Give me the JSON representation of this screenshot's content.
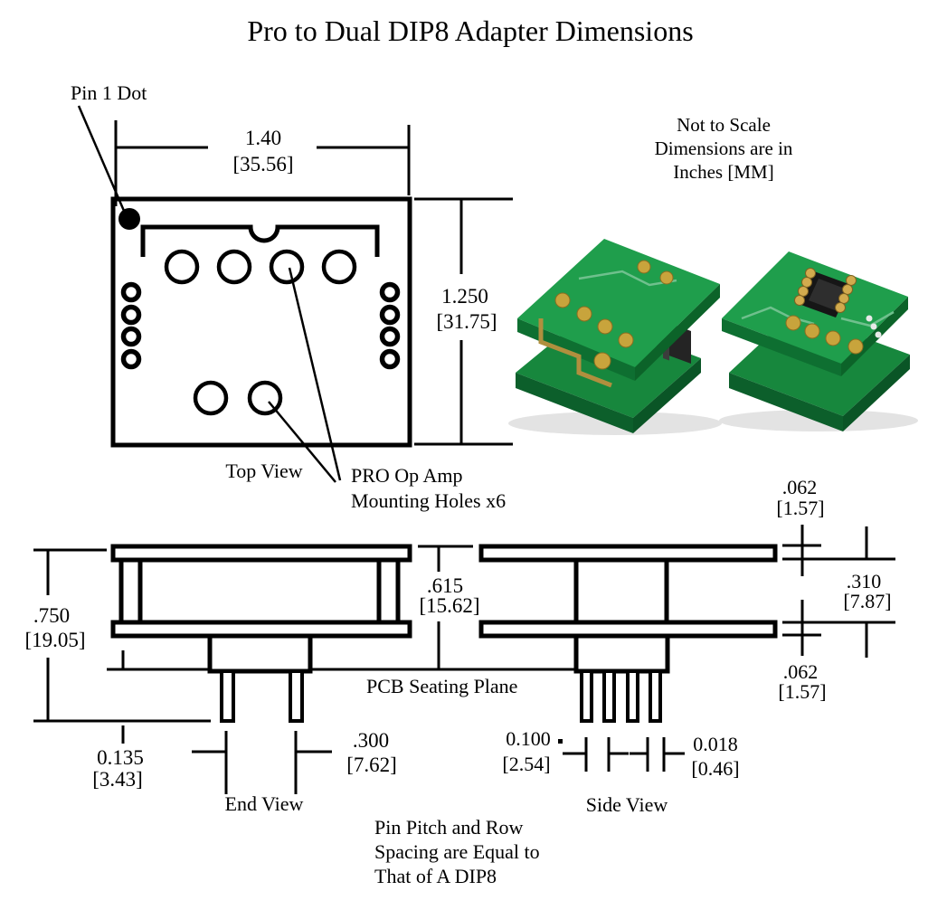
{
  "title": "Pro to Dual DIP8 Adapter Dimensions",
  "scale_note": {
    "line1": "Not to Scale",
    "line2": "Dimensions are in",
    "line3": "Inches [MM]"
  },
  "top_view": {
    "label": "Top View",
    "pin1_label": "Pin 1 Dot",
    "mounting_holes_note": {
      "line1": "PRO Op Amp",
      "line2": "Mounting Holes x6"
    },
    "width_dim": {
      "inches": "1.40",
      "mm": "[35.56]"
    },
    "height_dim": {
      "inches": "1.250",
      "mm": "[31.75]"
    }
  },
  "end_view": {
    "label": "End View",
    "overall_height_dim": {
      "inches": ".750",
      "mm": "[19.05]"
    },
    "body_height_dim": {
      "inches": ".615",
      "mm": "[15.62]"
    },
    "pin_length_dim": {
      "inches": "0.135",
      "mm": "[3.43]"
    },
    "row_spacing_dim": {
      "inches": ".300",
      "mm": "[7.62]"
    }
  },
  "side_view": {
    "label": "Side View",
    "top_board_thickness_dim": {
      "inches": ".062",
      "mm": "[1.57]"
    },
    "board_gap_dim": {
      "inches": ".310",
      "mm": "[7.87]"
    },
    "bottom_board_thickness_dim": {
      "inches": ".062",
      "mm": "[1.57]"
    },
    "pin_pitch_dim": {
      "inches": "0.100",
      "mm": "[2.54]"
    },
    "pin_width_dim": {
      "inches": "0.018",
      "mm": "[0.46]"
    }
  },
  "seating_plane_label": "PCB Seating Plane",
  "footer_note": {
    "line1": "Pin Pitch and Row",
    "line2": "Spacing are Equal to",
    "line3": "That of  A DIP8"
  },
  "colors": {
    "line": "#000000",
    "background": "#ffffff",
    "pcb_green": "#1f9e4c",
    "pcb_green_dark": "#0e6f31",
    "pad_gold": "#c8a43c",
    "socket_black": "#1b1b1b"
  }
}
